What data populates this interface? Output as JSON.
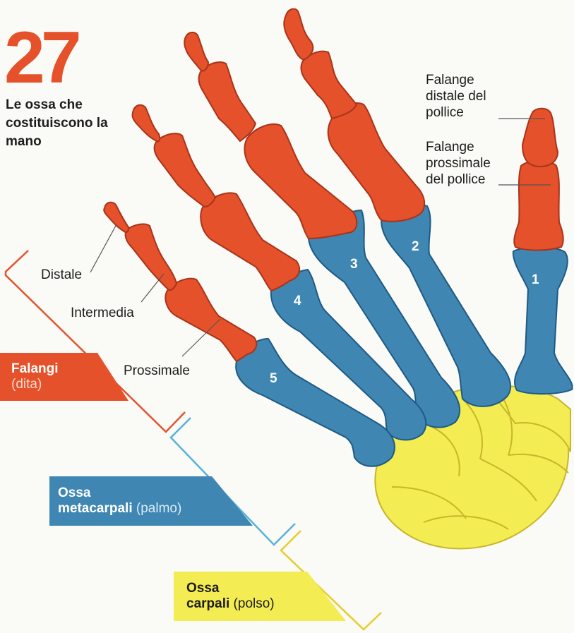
{
  "heading": {
    "number": "27",
    "subtitle": "Le ossa che costituiscono la mano"
  },
  "phalanx_labels": {
    "distal": "Distale",
    "intermediate": "Intermedia",
    "proximal": "Prossimale"
  },
  "thumb_labels": {
    "distal": "Falange distale del pollice",
    "proximal": "Falange prossimale del pollice"
  },
  "metacarpal_numbers": [
    "1",
    "2",
    "3",
    "4",
    "5"
  ],
  "groups": {
    "phalanges": {
      "name": "Falangi",
      "note": "(dita)",
      "color": "#e5512a"
    },
    "metacarpals": {
      "name1": "Ossa",
      "name2": "metacarpali",
      "note": "(palmo)",
      "color": "#3f86b3"
    },
    "carpals": {
      "name1": "Ossa",
      "name2": "carpali",
      "note": "(polso)",
      "color": "#f3ec52"
    }
  }
}
